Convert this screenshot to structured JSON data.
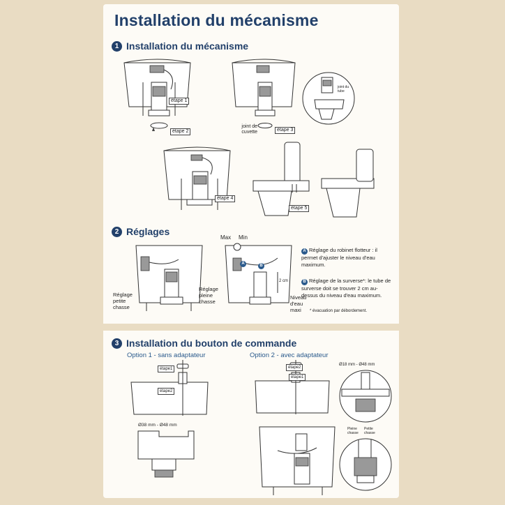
{
  "title": "Installation du mécanisme",
  "section1": {
    "number": "1",
    "title": "Installation du mécanisme",
    "labels": {
      "etape1": "étape 1",
      "etape2": "étape 2",
      "joint_cuvette": "joint de cuvette",
      "etape3": "étape 3",
      "joint_tube": "joint du tube",
      "etape4": "étape 4",
      "etape5": "étape 5"
    }
  },
  "section2": {
    "number": "2",
    "title": "Réglages",
    "labels": {
      "max": "Max",
      "min": "Min",
      "reglage_petite_chasse": "Réglage petite chasse",
      "reglage_pleine_chasse": "Réglage pleine chasse",
      "niveau_eau_maxi": "Niveau d'eau maxi",
      "two_cm": "2 cm"
    },
    "notes": {
      "a_badge": "A",
      "a_text": "Réglage du robinet flotteur : il permet d'ajuster le niveau d'eau maximum.",
      "b_badge": "B",
      "b_text": "Réglage de la surverse*: le tube de surverse doit se trouver 2 cm au-dessus du niveau d'eau maximum.",
      "footnote": "* évacuation par débordement."
    }
  },
  "section3": {
    "number": "3",
    "title": "Installation du bouton de commande",
    "option1": "Option 1 - sans adaptateur",
    "option2": "Option 2 - avec adaptateur",
    "labels": {
      "etape1": "étape1",
      "etape2": "étape2",
      "range1": "Ø38 mm - Ø48 mm",
      "range2": "Ø18 mm - Ø48 mm",
      "pleine_chasse": "Pleine chasse",
      "petite_chasse": "Petite chasse"
    }
  }
}
